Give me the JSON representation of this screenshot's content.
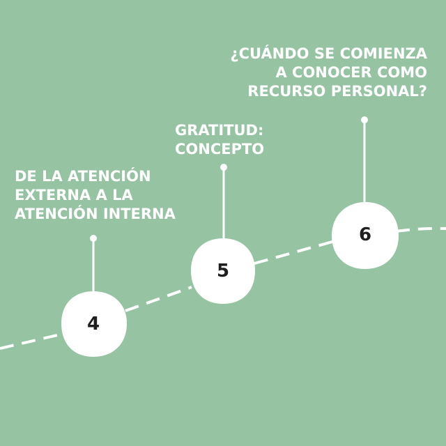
{
  "colors": {
    "background": "#96c4a3",
    "circle": "#ffffff",
    "text": "#ffffff",
    "number": "#1f1f1f",
    "timeline": "#ffffff"
  },
  "steps": [
    {
      "number": "4",
      "title": "DE LA ATENCIÓN\nEXTERNA A LA\nATENCIÓN INTERNA"
    },
    {
      "number": "5",
      "title": "GRATITUD:\nCONCEPTO"
    },
    {
      "number": "6",
      "title": "¿CUÁNDO SE COMIENZA\nA CONOCER COMO\nRECURSO PERSONAL?"
    }
  ]
}
